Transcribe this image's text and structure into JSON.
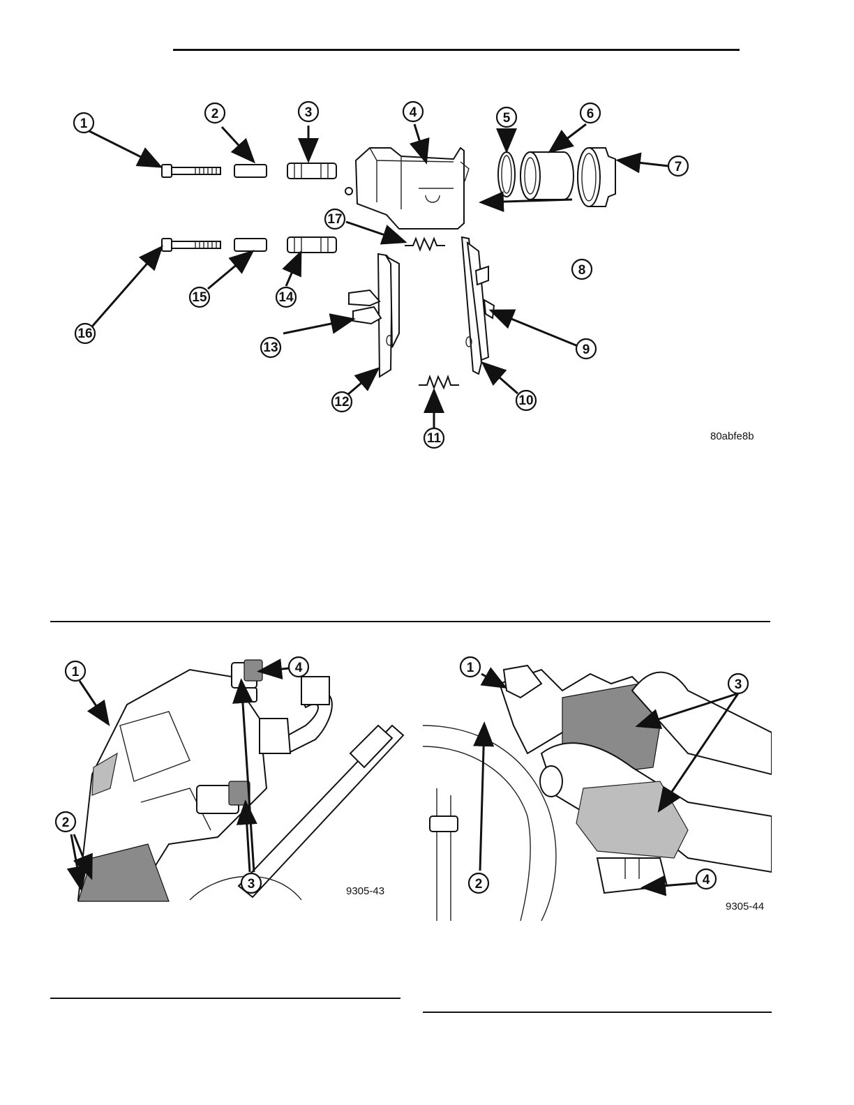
{
  "figure1": {
    "code": "80abfe8b",
    "callouts": [
      "1",
      "2",
      "3",
      "4",
      "5",
      "6",
      "7",
      "8",
      "9",
      "10",
      "11",
      "12",
      "13",
      "14",
      "15",
      "16",
      "17"
    ]
  },
  "figure2": {
    "code": "9305-43",
    "callouts": [
      "1",
      "2",
      "3",
      "4"
    ]
  },
  "figure3": {
    "code": "9305-44",
    "callouts": [
      "1",
      "2",
      "3",
      "4"
    ]
  }
}
